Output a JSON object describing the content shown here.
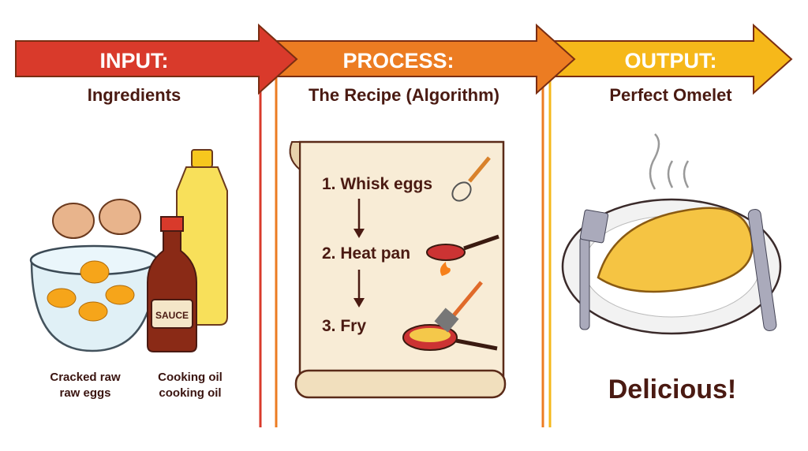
{
  "stages": [
    {
      "header": "INPUT:",
      "subtitle": "Ingredients",
      "color": "#d93a2b"
    },
    {
      "header": "PROCESS:",
      "subtitle": "The Recipe (Algorithm)",
      "color": "#ec7c22"
    },
    {
      "header": "OUTPUT:",
      "subtitle": "Perfect Omelet",
      "color": "#f6b81a"
    }
  ],
  "input": {
    "captions": [
      {
        "line1": "Cracked raw",
        "line2": "raw eggs"
      },
      {
        "line1": "Cooking oil",
        "line2": "cooking oil"
      }
    ],
    "sauce_label": "SAUCE"
  },
  "process": {
    "steps": [
      "1. Whisk eggs",
      "2. Heat pan",
      "3. Fry"
    ]
  },
  "output": {
    "caption": "Delicious!"
  }
}
